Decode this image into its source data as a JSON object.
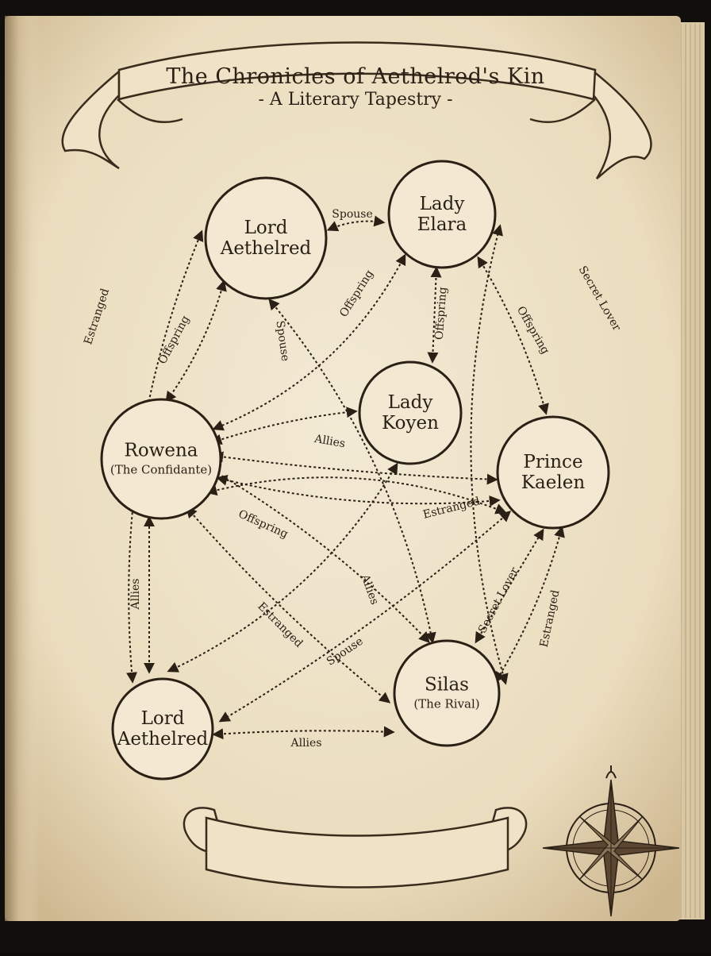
{
  "title": {
    "main": "The Chronicles of Aethelred's Kin",
    "sub": "- A Literary Tapestry -"
  },
  "nodes": [
    {
      "id": "lord_top",
      "lines": [
        "Lord",
        "Aethelred"
      ],
      "sub": ""
    },
    {
      "id": "elara",
      "lines": [
        "Lady",
        "Elara"
      ],
      "sub": ""
    },
    {
      "id": "koyen",
      "lines": [
        "Lady",
        "Koyen"
      ],
      "sub": ""
    },
    {
      "id": "rowena",
      "lines": [
        "Rowena"
      ],
      "sub": "(The Confidante)"
    },
    {
      "id": "kaelen",
      "lines": [
        "Prince",
        "Kaelen"
      ],
      "sub": ""
    },
    {
      "id": "lord_bottom",
      "lines": [
        "Lord",
        "Aethelred"
      ],
      "sub": ""
    },
    {
      "id": "silas",
      "lines": [
        "Silas"
      ],
      "sub": "(The Rival)"
    }
  ],
  "edges": [
    {
      "label": "Spouse",
      "from": "lord_top",
      "to": "elara"
    },
    {
      "label": "Spouse",
      "from": "lord_top",
      "to": "silas"
    },
    {
      "label": "Offspring",
      "from": "lord_top",
      "to": "rowena"
    },
    {
      "label": "Offspring",
      "from": "elara",
      "to": "rowena"
    },
    {
      "label": "Offspring",
      "from": "elara",
      "to": "koyen"
    },
    {
      "label": "Offspring",
      "from": "elara",
      "to": "kaelen"
    },
    {
      "label": "Secret Lover",
      "from": "silas",
      "to": "elara"
    },
    {
      "label": "Estranged",
      "from": "lord_bottom",
      "to": "lord_top"
    },
    {
      "label": "",
      "from": "rowena",
      "to": "koyen"
    },
    {
      "label": "Allies",
      "from": "rowena",
      "to": "kaelen"
    },
    {
      "label": "Estranged",
      "from": "kaelen",
      "to": "rowena"
    },
    {
      "label": "Offspring",
      "from": "rowena",
      "to": "kaelen"
    },
    {
      "label": "Allies",
      "from": "rowena",
      "to": "silas"
    },
    {
      "label": "Estranged",
      "from": "rowena",
      "to": "silas"
    },
    {
      "label": "Allies",
      "from": "lord_bottom",
      "to": "rowena"
    },
    {
      "label": "",
      "from": "koyen",
      "to": "lord_bottom"
    },
    {
      "label": "Secret Lover",
      "from": "silas",
      "to": "kaelen"
    },
    {
      "label": "Estranged",
      "from": "kaelen",
      "to": "silas"
    },
    {
      "label": "Spouse",
      "from": "kaelen",
      "to": "lord_bottom"
    },
    {
      "label": "Allies",
      "from": "lord_bottom",
      "to": "silas"
    }
  ],
  "colors": {
    "parchment": "#efe4cc",
    "ink": "#2b2015",
    "node_fill": "#f3e9d2"
  },
  "decorations": [
    "title-banner",
    "bottom-banner",
    "compass-rose-icon"
  ]
}
